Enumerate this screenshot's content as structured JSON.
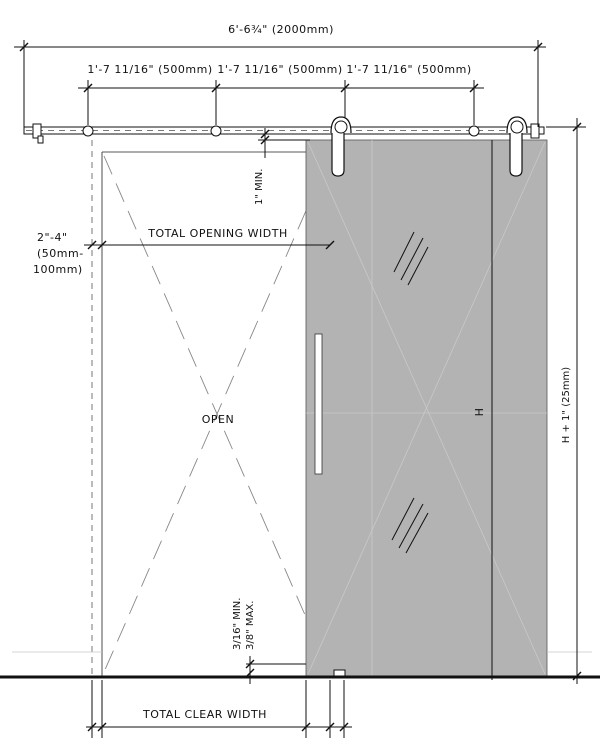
{
  "labels": {
    "overall_width": "6'-6¾\" (2000mm)",
    "segment_1": "1'-7 11/16\" (500mm)",
    "segment_2": "1'-7 11/16\" (500mm)",
    "segment_3": "1'-7 11/16\" (500mm)",
    "min_gap": "1\" MIN.",
    "side_gap_line1": "2\"-4\"",
    "side_gap_line2": "(50mm-",
    "side_gap_line3": "100mm)",
    "total_opening_width": "TOTAL OPENING WIDTH",
    "open": "OPEN",
    "door_height": "H",
    "track_height": "H + 1\" (25mm)",
    "floor_gap_min": "3/16\" MIN.",
    "floor_gap_max": "3/8\" MAX.",
    "total_clear_width": "TOTAL CLEAR WIDTH"
  },
  "colors": {
    "panel_fill": "#b3b3b3",
    "line": "#111111",
    "dashed": "#777777"
  }
}
